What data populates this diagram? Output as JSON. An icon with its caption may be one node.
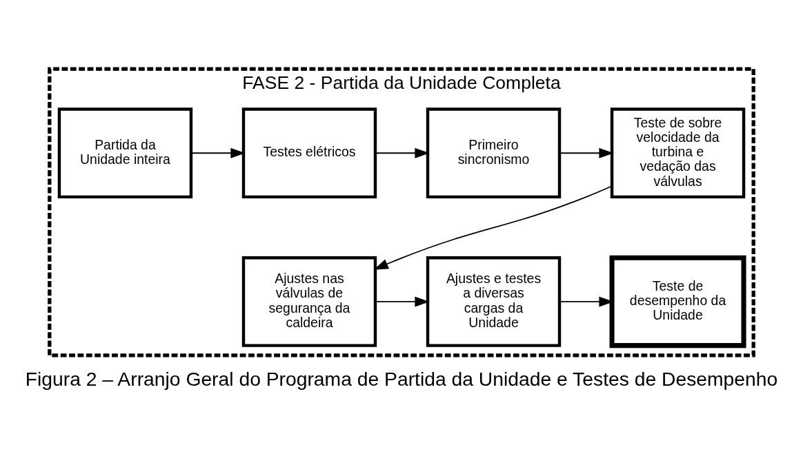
{
  "diagram": {
    "caption": "Figura 2 – Arranjo Geral do Programa de Partida da Unidade e Testes de Desempenho",
    "nodes": [
      {
        "text": [
          "FASE 2 - Partida da Unidade Completa"
        ]
      },
      {
        "text": [
          "Partida da Unidade inteira"
        ],
        "in": 0
      },
      {
        "text": [
          "Testes elétricos"
        ],
        "in": 0
      },
      {
        "text": [
          "Primeiro sincronismo"
        ],
        "in": 0
      },
      {
        "text": [
          "Teste de sobre velocidade da turbina e vedação das válvulas"
        ],
        "in": 0
      },
      {
        "text": [
          "Ajustes nas válvulas de segurança da caldeira"
        ],
        "in": 0
      },
      {
        "text": [
          "Ajustes e testes a diversas cargas da Unidade"
        ],
        "in": 0
      },
      {
        "text": [
          "Teste de desempenho da Unidade"
        ],
        "in": 0
      }
    ],
    "edges": [
      {
        "from": 1,
        "to": 2,
        "arrow": "to"
      },
      {
        "from": 2,
        "to": 3,
        "arrow": "to"
      },
      {
        "from": 3,
        "to": 4,
        "arrow": "to"
      },
      {
        "from": 4,
        "to": 5,
        "arrow": "to"
      },
      {
        "from": 5,
        "to": 6,
        "arrow": "to"
      },
      {
        "from": 6,
        "to": 7,
        "arrow": "to"
      }
    ]
  }
}
